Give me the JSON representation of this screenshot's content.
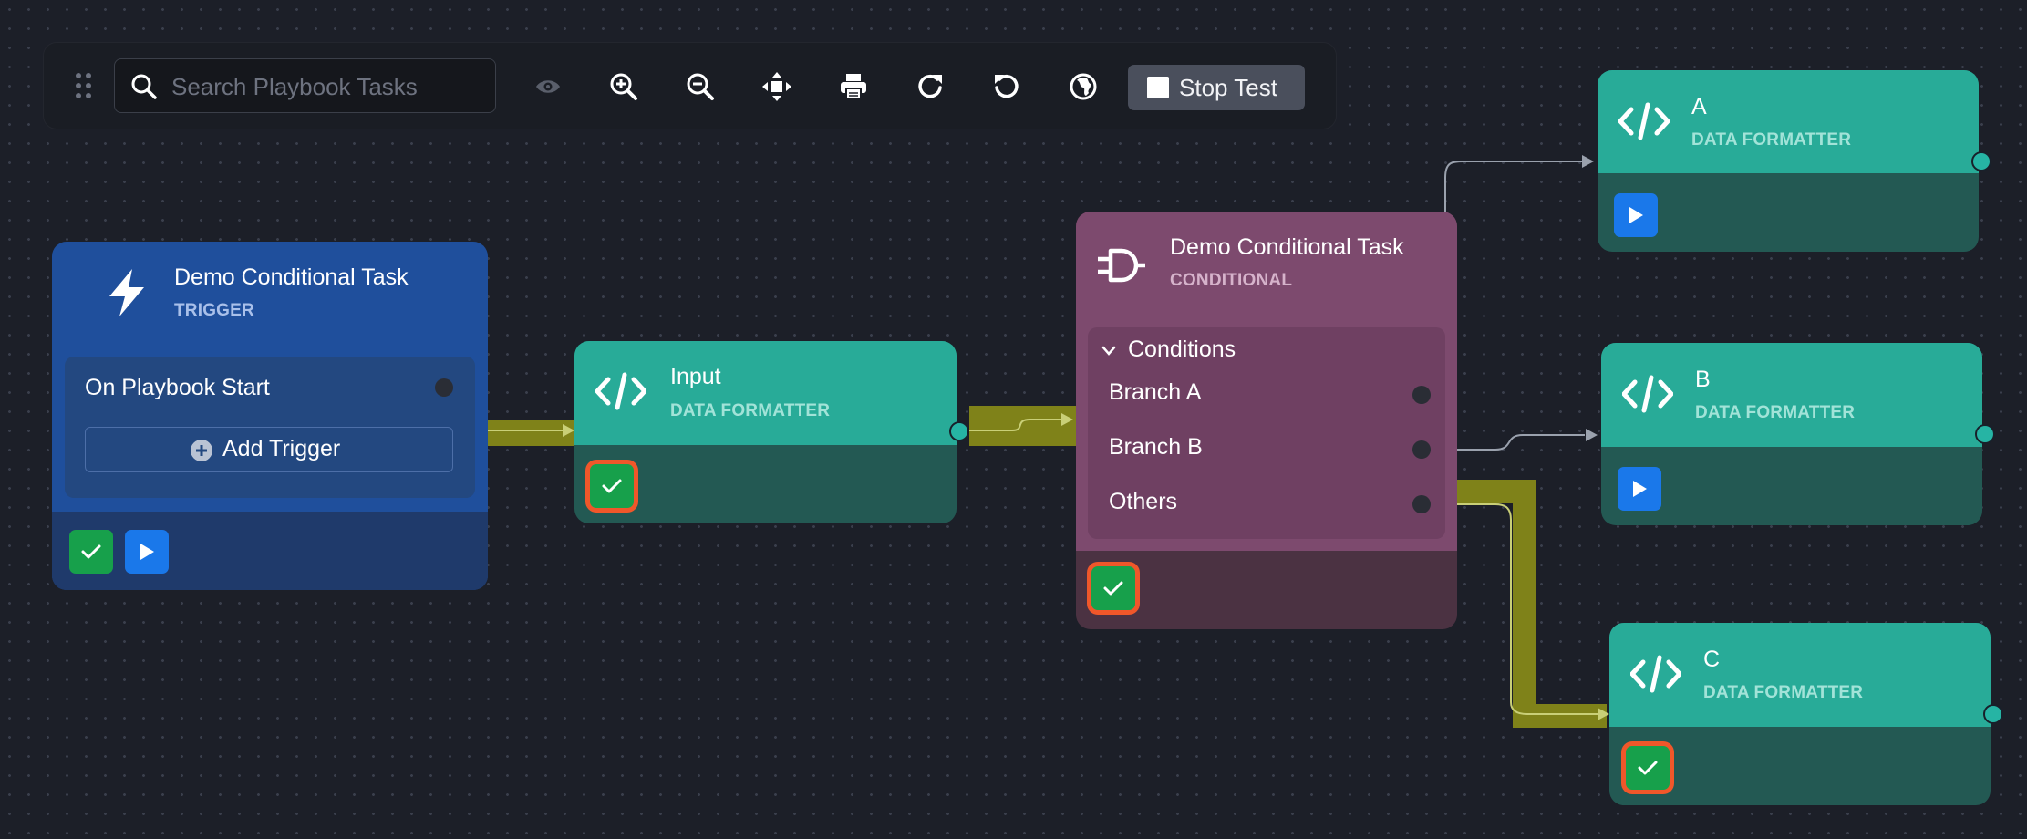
{
  "toolbar": {
    "search_placeholder": "Search Playbook Tasks",
    "stop_label": "Stop Test",
    "icons": [
      "drag-handle-icon",
      "search-icon",
      "eye-icon",
      "zoom-in-icon",
      "zoom-out-icon",
      "fit-view-icon",
      "print-icon",
      "redo-icon",
      "undo-icon",
      "globe-icon",
      "stop-icon"
    ]
  },
  "nodes": {
    "trigger": {
      "title": "Demo Conditional Task",
      "type": "TRIGGER",
      "trigger_item": "On Playbook Start",
      "add_trigger_label": "Add Trigger",
      "color": "#1f4f9c"
    },
    "input": {
      "title": "Input",
      "type": "DATA FORMATTER",
      "color": "#28ab98"
    },
    "conditional": {
      "title": "Demo Conditional Task",
      "type": "CONDITIONAL",
      "conditions_label": "Conditions",
      "branches": [
        "Branch A",
        "Branch B",
        "Others"
      ],
      "color": "#7d4a6e"
    },
    "a": {
      "title": "A",
      "type": "DATA FORMATTER"
    },
    "b": {
      "title": "B",
      "type": "DATA FORMATTER"
    },
    "c": {
      "title": "C",
      "type": "DATA FORMATTER"
    }
  },
  "colors": {
    "background": "#1c1f28",
    "formatter_header": "#28ab98",
    "formatter_body": "#235953",
    "active_path": "#7f8219",
    "success": "#17a04b",
    "run": "#1a78ea",
    "highlight": "#f0572a"
  }
}
